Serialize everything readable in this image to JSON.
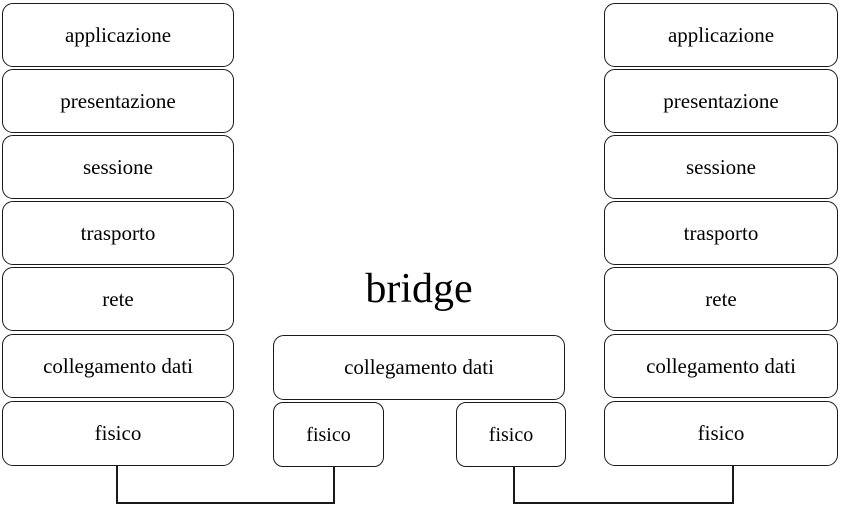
{
  "diagram": {
    "title": "bridge",
    "background_color": "#ffffff",
    "line_color": "#1a1a1a",
    "box_fill": "#ffffff",
    "text_color": "#000000",
    "left_host": {
      "name": "host-sinistro",
      "layers": [
        "applicazione",
        "presentazione",
        "sessione",
        "trasporto",
        "rete",
        "collegamento dati",
        "fisico"
      ]
    },
    "right_host": {
      "name": "host-destro",
      "layers": [
        "applicazione",
        "presentazione",
        "sessione",
        "trasporto",
        "rete",
        "collegamento dati",
        "fisico"
      ]
    },
    "bridge": {
      "label": "bridge",
      "data_link_layer": "collegamento dati",
      "physical_layers": [
        "fisico",
        "fisico"
      ]
    },
    "links": [
      {
        "name": "link-sinistro",
        "from": "host-sinistro.fisico",
        "to": "bridge.fisico-sinistro"
      },
      {
        "name": "link-destro",
        "from": "bridge.fisico-destro",
        "to": "host-destro.fisico"
      }
    ]
  }
}
